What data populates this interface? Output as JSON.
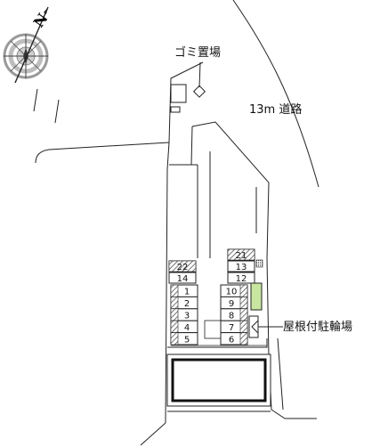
{
  "labels": {
    "garbage": "ゴミ置場",
    "road": "13m 道路",
    "bike": "屋根付駐輪場",
    "north": "N"
  },
  "slots": {
    "left_top": [
      "22",
      "14"
    ],
    "left_block": [
      "1",
      "2",
      "3",
      "4",
      "5"
    ],
    "mid_block": [
      "10",
      "9",
      "8",
      "7",
      "6"
    ],
    "right_top": [
      "21",
      "13",
      "12"
    ]
  },
  "colors": {
    "line": "#222222",
    "hatch": "#555555",
    "bike_green": "#c8e6a0",
    "compass_ring": "#9a9a9a"
  }
}
